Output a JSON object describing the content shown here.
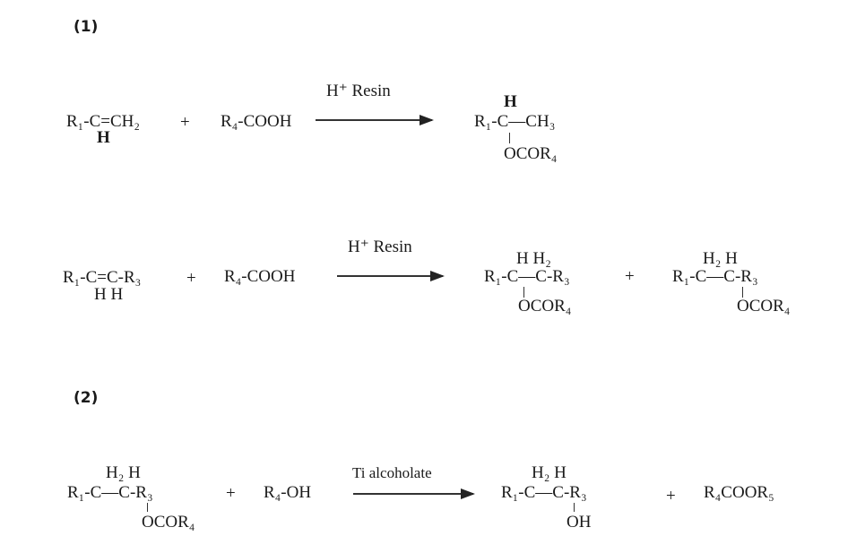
{
  "section1_label": "(1)",
  "section2_label": "(2)",
  "reaction1": {
    "reactant1": "R₁-C=CH₂",
    "reactant1_h": "H",
    "plus": "+",
    "reactant2": "R₄-COOH",
    "condition": "H⁺  Resin",
    "product_h": "H",
    "product_main": "R₁-C—CH₃",
    "product_sub": "OCOR₄"
  },
  "reaction2": {
    "reactant1": "R₁-C=C-R₃",
    "reactant1_h": "H  H",
    "plus1": "+",
    "reactant2": "R₄-COOH",
    "condition": "H⁺  Resin",
    "product1_top": "H   H₂",
    "product1_main": "R₁-C—C-R₃",
    "product1_sub": "OCOR₄",
    "plus2": "+",
    "product2_top": "H₂  H",
    "product2_main": "R₁-C—C-R₃",
    "product2_sub": "OCOR₄"
  },
  "reaction3": {
    "reactant1_top": "H₂  H",
    "reactant1_main": "R₁-C—C-R₃",
    "reactant1_sub": "OCOR₄",
    "plus1": "+",
    "reactant2": "R₄-OH",
    "condition": "Ti alcoholate",
    "product1_top": "H₂  H",
    "product1_main": "R₁-C—C-R₃",
    "product1_sub": "OH",
    "plus2": "+",
    "product2": "R₄COOR₅"
  }
}
